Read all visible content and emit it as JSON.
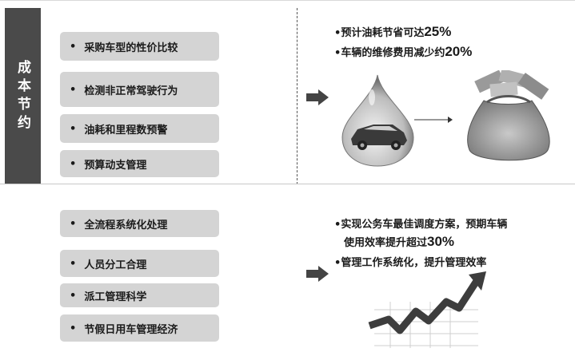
{
  "side_label": "成本节约",
  "cost_items": [
    "采购车型的性价比较",
    "检测非正常驾驶行为",
    "油耗和里程数预警",
    "预算动支管理"
  ],
  "cost_stats": [
    {
      "bullet": "•",
      "text": "预计油耗节省可达",
      "value": "25%"
    },
    {
      "bullet": "•",
      "text": "车辆的维修费用减少约",
      "value": "20%"
    }
  ],
  "mgmt_items": [
    "全流程系统化处理",
    "人员分工合理",
    "派工管理科学",
    "节假日用车管理经济"
  ],
  "mgmt_stats": [
    {
      "bullet": "•",
      "line1": "实现公务车最佳调度方案，预期车辆",
      "line2": "使用效率提升超过",
      "value": "30%"
    },
    {
      "bullet": "•",
      "text": "管理工作系统化，提升管理效率"
    }
  ],
  "colors": {
    "side_bg": "#4a4a4a",
    "pill_bg": "#d4d4d4",
    "arrow": "#444444"
  },
  "icons": [
    "right-arrow-icon",
    "car-in-droplet-image",
    "money-bag-image",
    "rising-arrow-chart-image"
  ]
}
